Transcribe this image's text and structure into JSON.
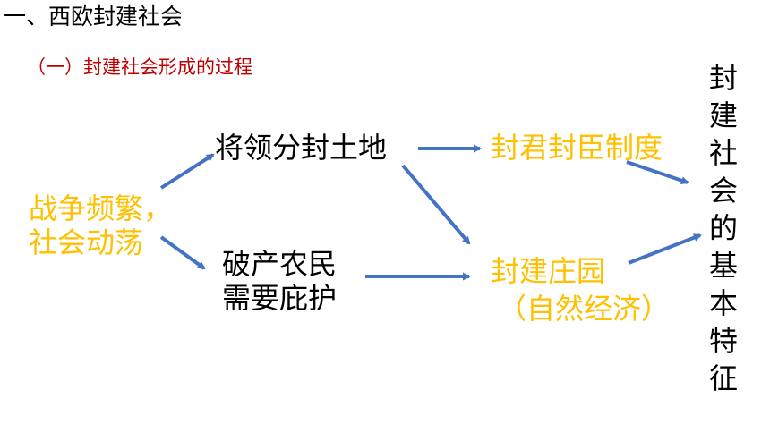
{
  "title": "一、西欧封建社会",
  "subtitle": "（一）封建社会形成的过程",
  "nodes": {
    "cause": {
      "line1": "战争频繁，",
      "line2": "社会动荡"
    },
    "land": "将领分封土地",
    "peasant": {
      "line1": "破产农民",
      "line2": "需要庇护"
    },
    "vassal": "封君封臣制度",
    "manor": {
      "line1": "封建庄园",
      "line2": "（自然经济）"
    }
  },
  "conclusion": "封建社会的基本特征",
  "colors": {
    "title": "#000000",
    "subtitle": "#c00000",
    "highlight": "#ffc000",
    "arrow": "#4472c4"
  }
}
